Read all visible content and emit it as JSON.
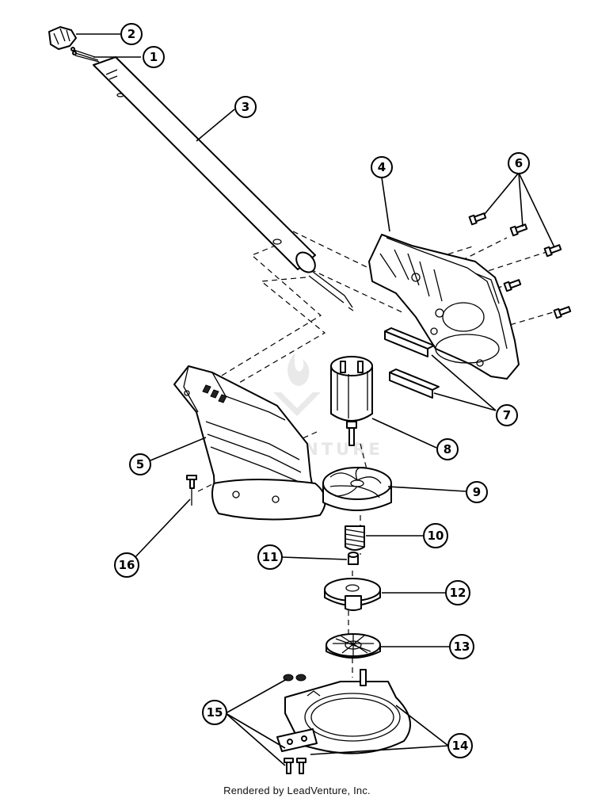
{
  "footer": "Rendered by LeadVenture, Inc.",
  "watermark": "LEADVENTURE",
  "callouts": [
    "1",
    "2",
    "3",
    "4",
    "5",
    "6",
    "7",
    "8",
    "9",
    "10",
    "11",
    "12",
    "13",
    "14",
    "15",
    "16"
  ]
}
